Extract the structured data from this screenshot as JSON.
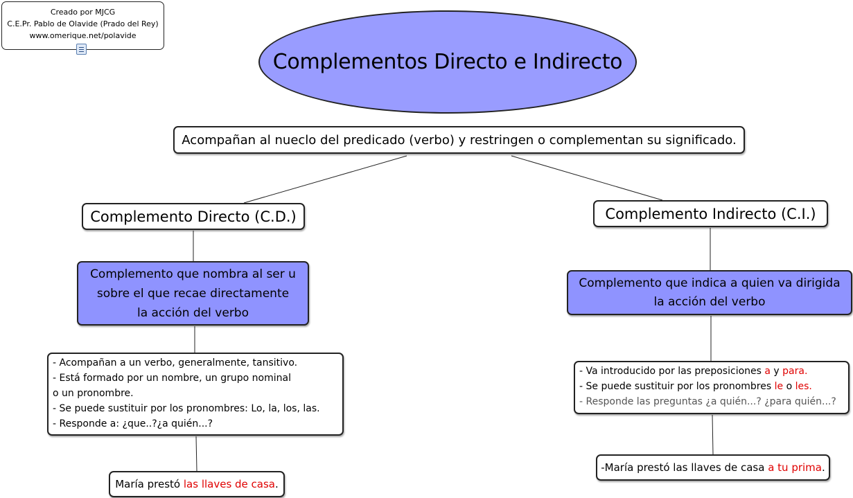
{
  "credit": {
    "line1": "Creado por MJCG",
    "line2": "C.E.Pr. Pablo de Olavide (Prado del Rey)",
    "line3": "www.omerique.net/polavide",
    "icon": "note-icon"
  },
  "title": "Complementos Directo e Indirecto",
  "main_description": "Acompañan al nueclo del predicado (verbo) y restringen o complementan su significado.",
  "colors": {
    "ellipse": "#999cff",
    "definition": "#8f93ff",
    "highlight": "#e00000"
  },
  "cd": {
    "title": "Complemento Directo (C.D.)",
    "definition": {
      "line1": "Complemento que nombra al ser u",
      "line2": "sobre el que recae directamente",
      "line3": "la acción del verbo"
    },
    "details": [
      "- Acompañan a un verbo, generalmente, tansitivo.",
      "- Está formado por un nombre, un grupo nominal",
      "o un pronombre.",
      "- Se puede sustituir por los pronombres: Lo, la, los, las.",
      "- Responde a: ¿que..?¿a quién...?"
    ],
    "example": {
      "before": "María prestó ",
      "highlight": "las llaves de casa",
      "after": "."
    }
  },
  "ci": {
    "title": "Complemento Indirecto (C.I.)",
    "definition": {
      "line1": "Complemento que indica a quien va dirigida",
      "line2": "la acción del verbo"
    },
    "details": {
      "line1": {
        "before": "- Va introducido por las preposiciones ",
        "h1": "a",
        "mid": " y ",
        "h2": "para."
      },
      "line2": {
        "before": "- Se puede sustituir por los pronombres ",
        "h1": "le",
        "mid": " o ",
        "h2": "les."
      },
      "line3": "- Responde  las preguntas ¿a quién...? ¿para quién...?"
    },
    "example": {
      "before": "-María prestó las llaves de casa ",
      "highlight": "a tu prima",
      "after": "."
    }
  }
}
